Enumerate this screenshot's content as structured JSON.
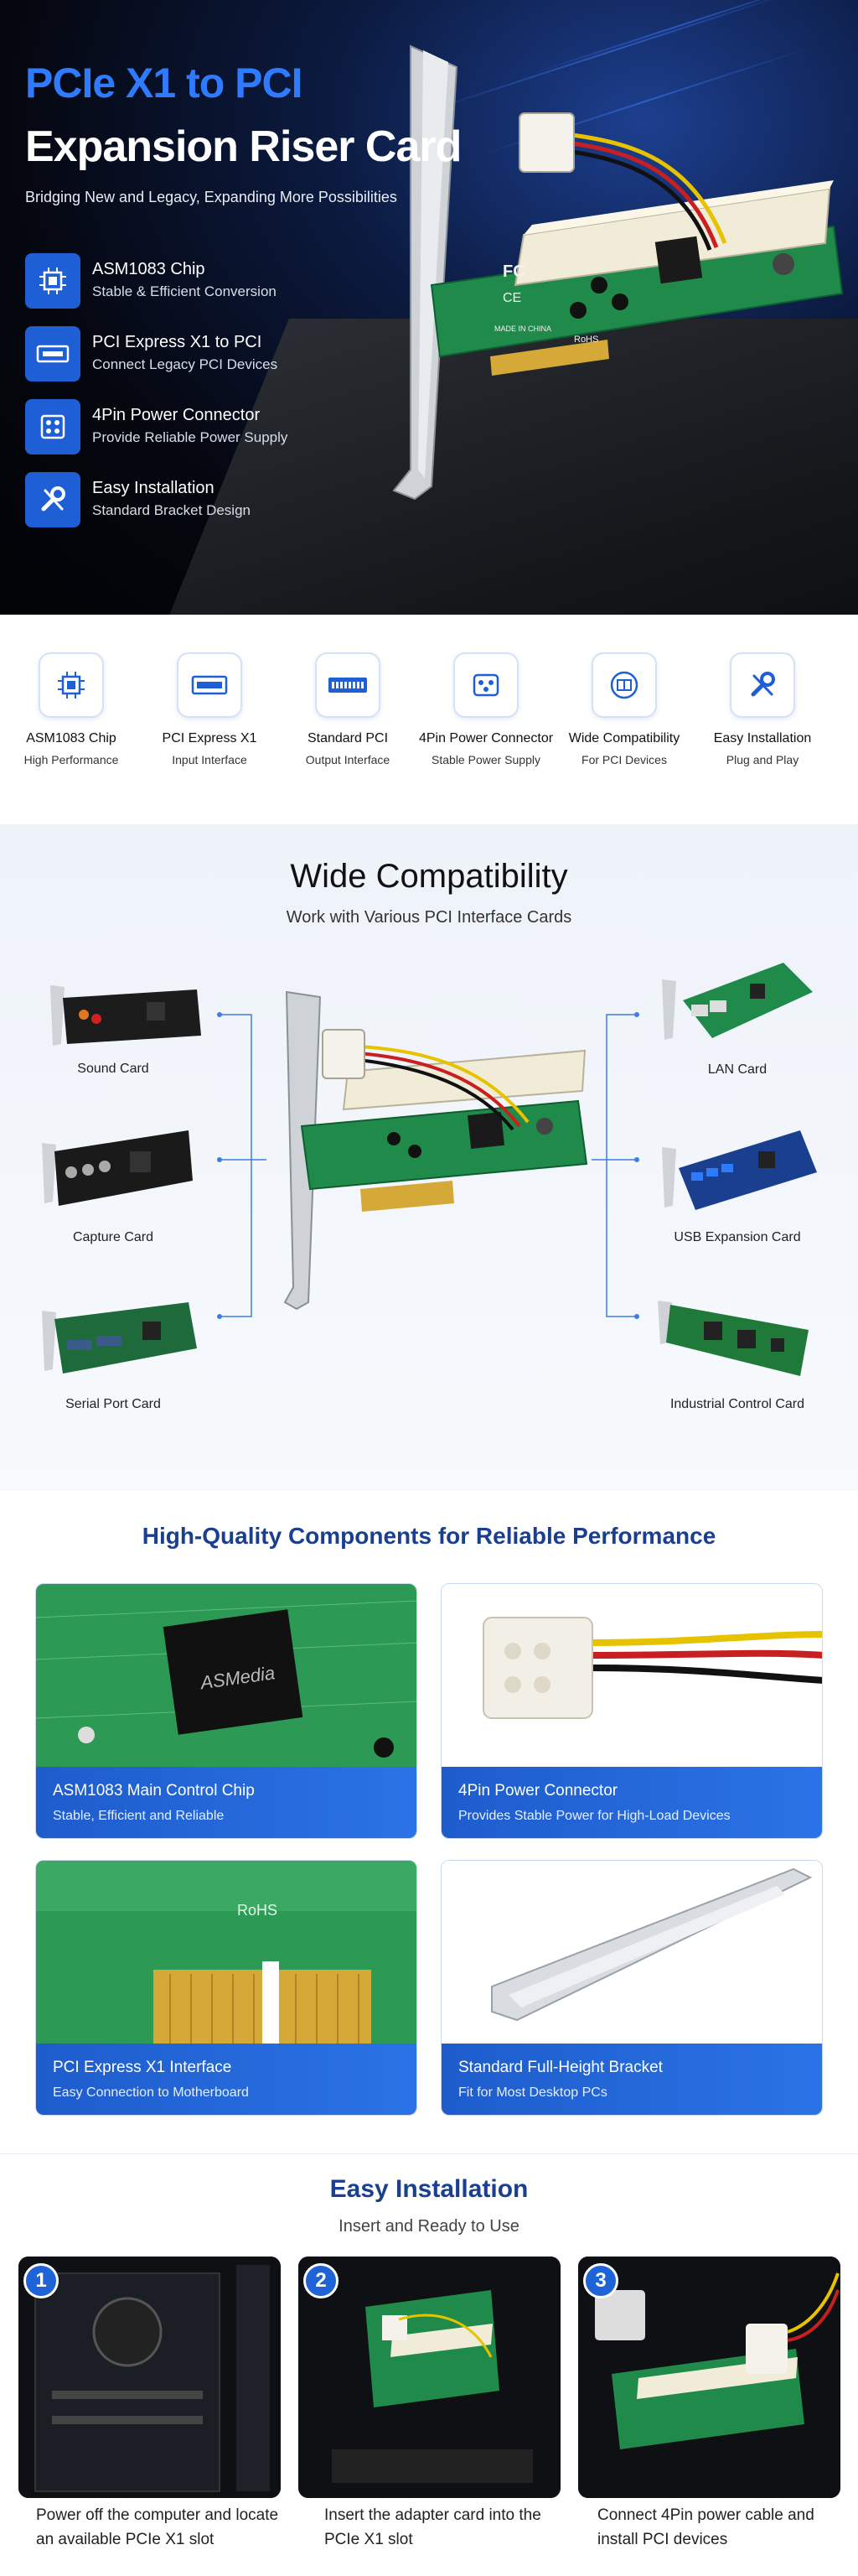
{
  "hero": {
    "title_line1": "PCIe X1 to PCI",
    "title_line2": "Expansion Riser Card",
    "subtitle": "Bridging New and Legacy, Expanding More Possibilities",
    "features": [
      {
        "title": "ASM1083 Chip",
        "desc": "Stable & Efficient Conversion",
        "icon": "chip-icon"
      },
      {
        "title": "PCI Express X1 to PCI",
        "desc": "Connect Legacy PCI Devices",
        "icon": "slot-icon"
      },
      {
        "title": "4Pin Power Connector",
        "desc": "Provide Reliable Power Supply",
        "icon": "power-connector-icon"
      },
      {
        "title": "Easy Installation",
        "desc": "Standard Bracket Design",
        "icon": "wrench-icon"
      }
    ],
    "board_text": {
      "fc": "FC",
      "ce": "CE",
      "made": "MADE IN CHINA",
      "rohs": "RoHS"
    }
  },
  "strip": [
    {
      "label": "ASM1083 Chip",
      "desc": "High Performance",
      "icon": "chip-icon"
    },
    {
      "label": "PCI Express X1",
      "desc": "Input Interface",
      "icon": "pcie-x1-icon"
    },
    {
      "label": "Standard PCI",
      "desc": "Output Interface",
      "icon": "pci-slot-icon"
    },
    {
      "label": "4Pin Power Connector",
      "desc": "Stable Power Supply",
      "icon": "power-connector-icon"
    },
    {
      "label": "Wide Compatibility",
      "desc": "For PCI Devices",
      "icon": "compatibility-icon"
    },
    {
      "label": "Easy Installation",
      "desc": "Plug and Play",
      "icon": "wrench-icon"
    }
  ],
  "compat": {
    "title": "Wide Compatibility",
    "subtitle": "Work with Various PCI Interface Cards",
    "left": [
      "Sound Card",
      "Capture Card",
      "Serial Port Card"
    ],
    "right": [
      "LAN Card",
      "USB Expansion Card",
      "Industrial Control Card"
    ]
  },
  "components": {
    "title": "High-Quality Components for Reliable Performance",
    "cards": [
      {
        "title": "ASM1083 Main Control Chip",
        "desc": "Stable, Efficient and Reliable",
        "chip_text": "ASMedia"
      },
      {
        "title": "4Pin Power Connector",
        "desc": "Provides Stable Power for High-Load Devices"
      },
      {
        "title": "PCI Express X1 Interface",
        "desc": "Easy Connection to Motherboard",
        "rohs": "RoHS"
      },
      {
        "title": "Standard Full-Height Bracket",
        "desc": "Fit for Most Desktop PCs"
      }
    ]
  },
  "install": {
    "title": "Easy Installation",
    "subtitle": "Insert and Ready to Use",
    "steps": [
      {
        "num": "1",
        "text": "Power off the computer and locate an available PCIe X1 slot"
      },
      {
        "num": "2",
        "text": "Insert the adapter card into the PCIe X1 slot"
      },
      {
        "num": "3",
        "text": "Connect 4Pin power cable and install PCI devices"
      }
    ]
  },
  "colors": {
    "brand_blue": "#1f5fd6",
    "title_blue": "#1a3f8f",
    "pcb_green": "#1f8a4a"
  }
}
